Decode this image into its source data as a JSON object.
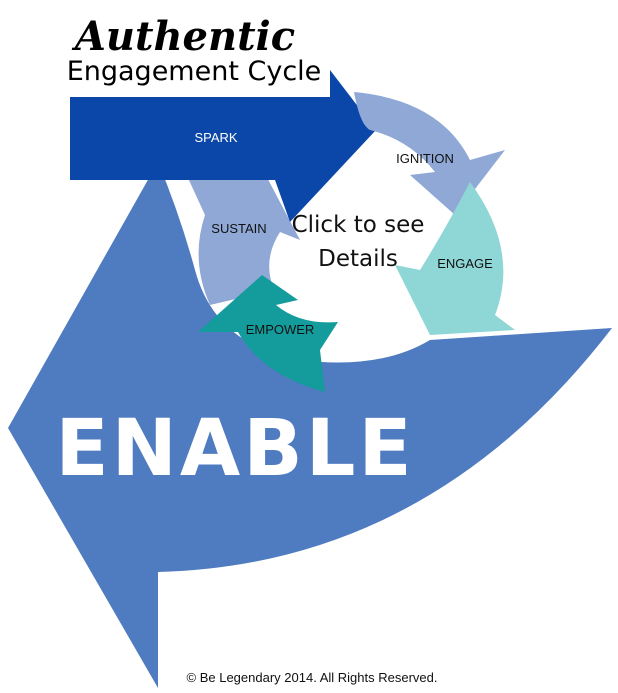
{
  "title": {
    "main": "Authentic",
    "sub": "Engagement Cycle"
  },
  "center": {
    "line1": "Click to see",
    "line2": "Details"
  },
  "stages": {
    "spark": "SPARK",
    "ignition": "IGNITION",
    "engage": "ENGAGE",
    "empower": "EMPOWER",
    "sustain": "SUSTAIN",
    "enable": "ENABLE"
  },
  "footer": {
    "copyright": "© Be Legendary 2014.  All Rights Reserved."
  },
  "colors": {
    "enable": "#4f7bc0",
    "spark": "#0b47a8",
    "ignition": "#8fa8d6",
    "engage": "#8fd6d6",
    "empower": "#149c9c",
    "sustain": "#8fa8d6",
    "text_dark": "#111111",
    "text_light": "#ffffff"
  }
}
